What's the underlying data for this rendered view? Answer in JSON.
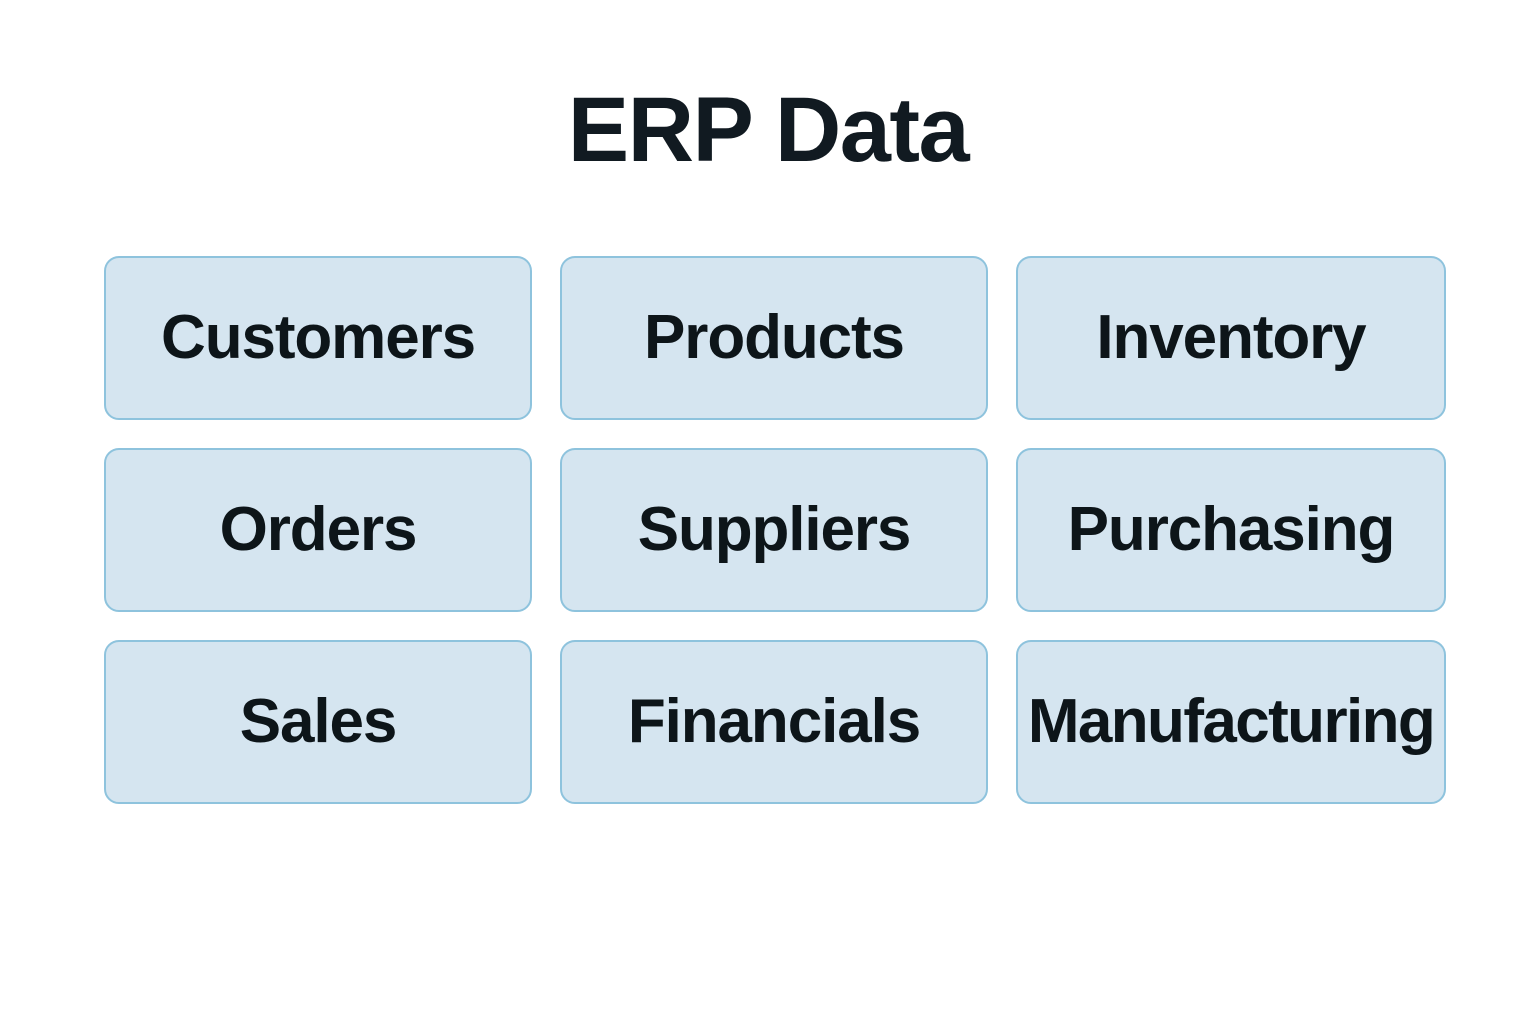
{
  "page": {
    "background_color": "#ffffff",
    "title": "ERP Data",
    "title_color": "#111a21"
  },
  "theme": {
    "box_fill": "#d5e5f0",
    "box_border": "#8ec3dd",
    "label_color": "#0d1519"
  },
  "diagram": {
    "type": "grid-of-boxes",
    "columns": 3,
    "rows": 3,
    "boxes": [
      {
        "label": "Customers",
        "row": 1,
        "col": 1
      },
      {
        "label": "Products",
        "row": 1,
        "col": 2
      },
      {
        "label": "Inventory",
        "row": 1,
        "col": 3
      },
      {
        "label": "Orders",
        "row": 2,
        "col": 1
      },
      {
        "label": "Suppliers",
        "row": 2,
        "col": 2
      },
      {
        "label": "Purchasing",
        "row": 2,
        "col": 3
      },
      {
        "label": "Sales",
        "row": 3,
        "col": 1
      },
      {
        "label": "Financials",
        "row": 3,
        "col": 2
      },
      {
        "label": "Manufacturing",
        "row": 3,
        "col": 3
      }
    ]
  }
}
